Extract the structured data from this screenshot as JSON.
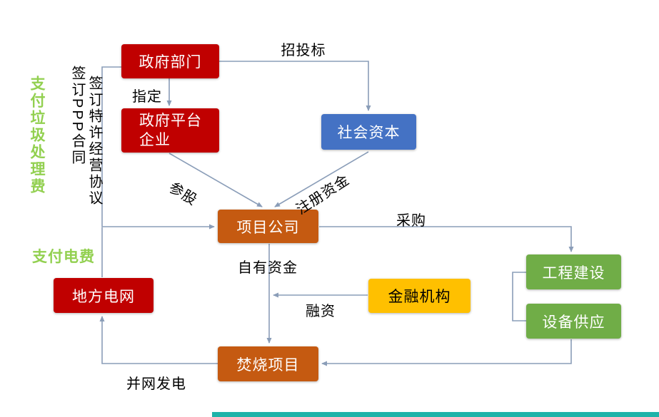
{
  "diagram": {
    "nodes": {
      "gov": {
        "label": "政府部门",
        "color": "#C00000"
      },
      "gov_platform": {
        "label": "政府平台企业",
        "color": "#C00000"
      },
      "social_capital": {
        "label": "社会资本",
        "color": "#4472C4"
      },
      "project_company": {
        "label": "项目公司",
        "color": "#C55A11"
      },
      "local_grid": {
        "label": "地方电网",
        "color": "#C00000"
      },
      "financial": {
        "label": "金融机构",
        "color": "#FFC000"
      },
      "engineering": {
        "label": "工程建设",
        "color": "#70AD47"
      },
      "equipment": {
        "label": "设备供应",
        "color": "#70AD47"
      },
      "incineration": {
        "label": "焚烧项目",
        "color": "#C55A11"
      }
    },
    "edge_labels": {
      "bidding": "招投标",
      "designate": "指定",
      "equity": "参股",
      "registered_capital": "注册资金",
      "procurement": "采购",
      "own_funds": "自有资金",
      "financing": "融资",
      "grid_power": "并网发电",
      "sign_ppp": "签订PPP合同",
      "sign_franchise": "签订特许经营协议",
      "pay_waste_fee": "支付垃圾处理费",
      "pay_electricity": "支付电费"
    },
    "palette": {
      "line": "#8A9DB8",
      "green_text": "#92D050",
      "bottom_bar": "#1FB3A9"
    }
  }
}
